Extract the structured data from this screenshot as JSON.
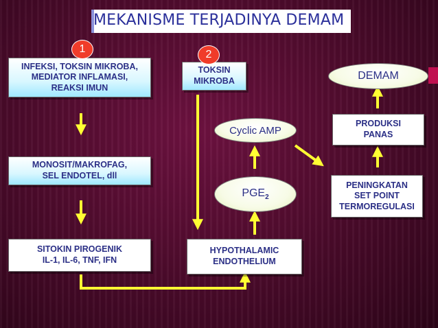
{
  "title": "MEKANISME TERJADINYA DEMAM",
  "badges": {
    "one": "1",
    "two": "2"
  },
  "boxes": {
    "infeksi": "INFEKSI, TOKSIN MIKROBA,\nMEDIATOR INFLAMASI,\nREAKSI IMUN",
    "toksin": "TOKSIN\nMIKROBA",
    "monosit": "MONOSIT/MAKROFAG,\nSEL ENDOTEL, dll",
    "sitokin": "SITOKIN PIROGENIK\nIL-1, IL-6, TNF, IFN",
    "hypothalamic": "HYPOTHALAMIC\nENDOTHELIUM",
    "peningkatan": "PENINGKATAN\nSET POINT\nTERMOREGULASI",
    "produksi": "PRODUKSI\nPANAS"
  },
  "ellipses": {
    "demam": "DEMAM",
    "cyclic_amp": "Cyclic AMP",
    "pge_base": "PGE",
    "pge_sub": "2"
  },
  "colors": {
    "arrow": "#ffff33",
    "background": "#4a0a2a",
    "badge": "#f03c2a",
    "text": "#2b2f86"
  }
}
